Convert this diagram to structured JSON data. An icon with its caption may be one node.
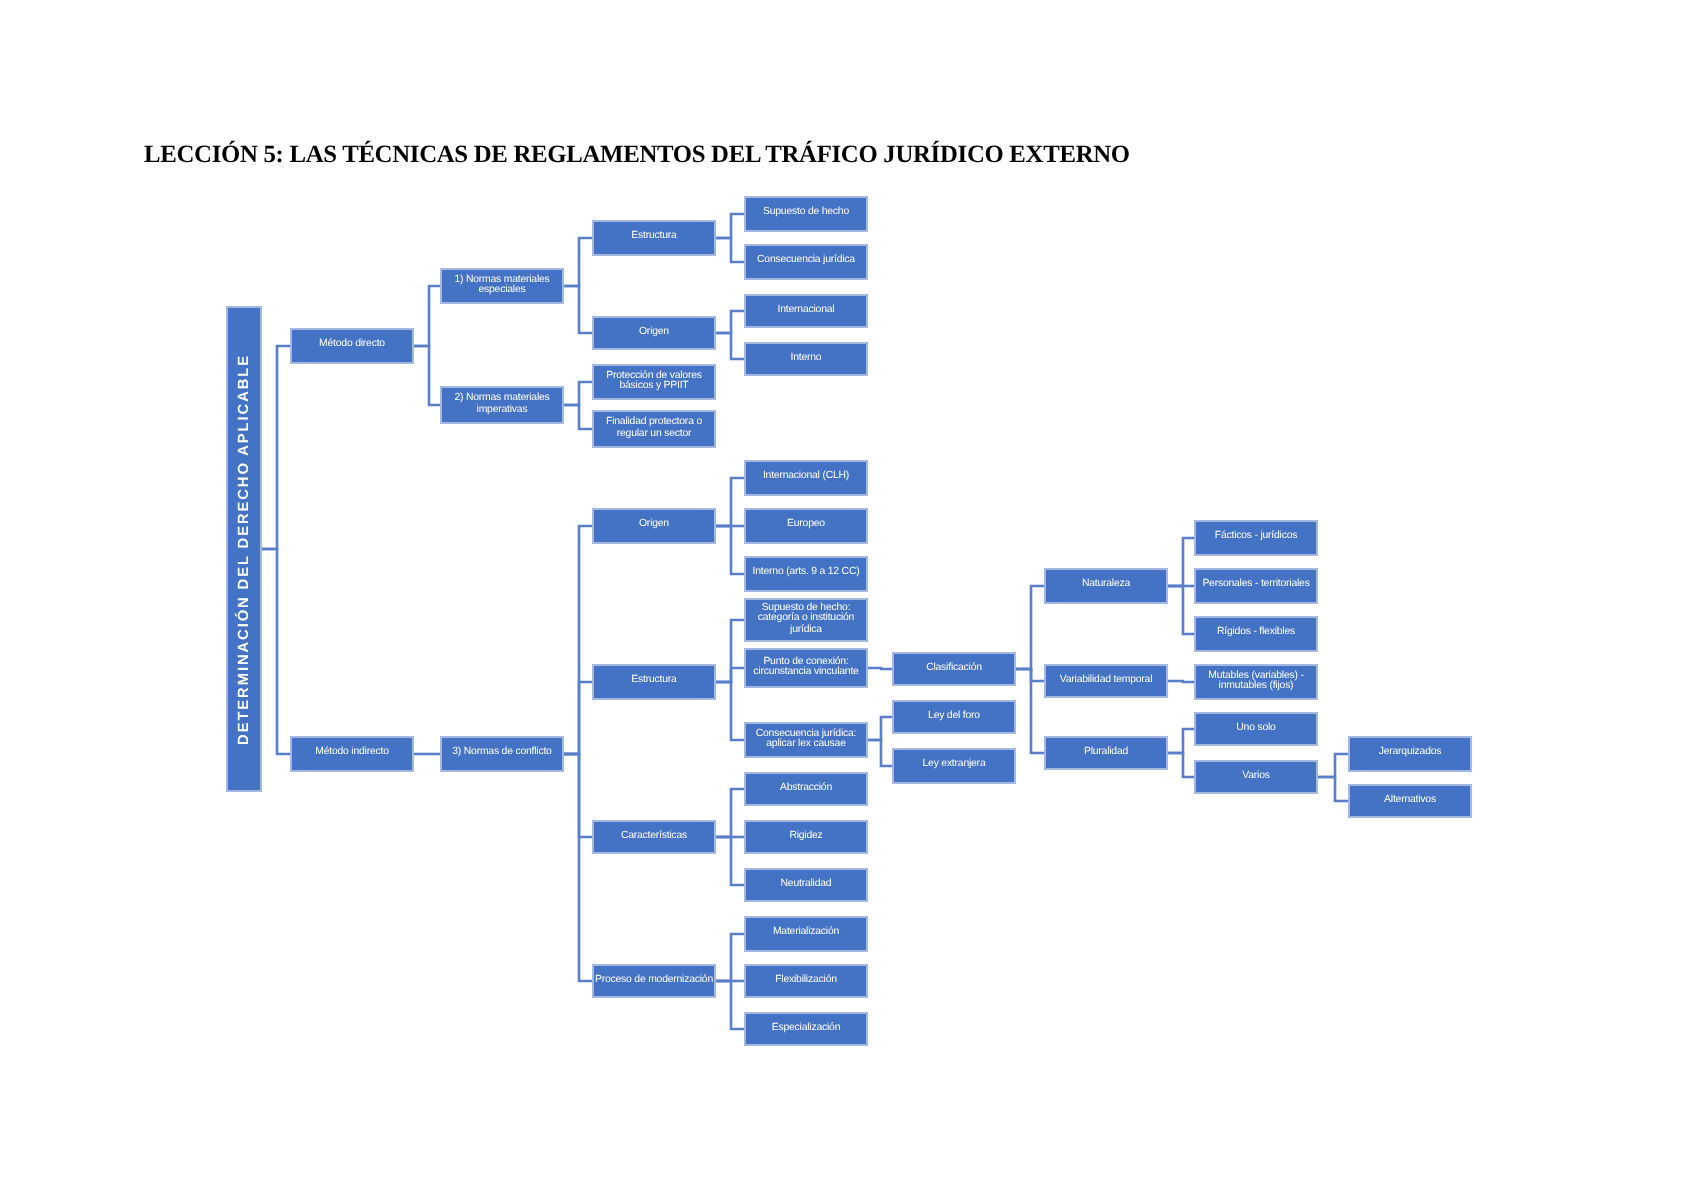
{
  "diagram": {
    "title": "LECCIÓN 5: LAS TÉCNICAS DE REGLAMENTOS DEL TRÁFICO JURÍDICO EXTERNO",
    "nodes": [
      {
        "text": [
          "DETERMINACIÓN DEL DERECHO APLICABLE"
        ]
      },
      {
        "text": [
          "Método directo"
        ]
      },
      {
        "text": [
          "Método indirecto"
        ]
      },
      {
        "text": [
          "1) Normas materiales especiales"
        ]
      },
      {
        "text": [
          "2) Normas materiales imperativas"
        ]
      },
      {
        "text": [
          "3) Normas de conflicto"
        ]
      },
      {
        "text": [
          "Estructura"
        ]
      },
      {
        "text": [
          "Origen"
        ]
      },
      {
        "text": [
          "Protección de valores básicos y PPIIT"
        ]
      },
      {
        "text": [
          "Finalidad protectora o regular un sector"
        ]
      },
      {
        "text": [
          "Supuesto de hecho"
        ]
      },
      {
        "text": [
          "Consecuencia jurídica"
        ]
      },
      {
        "text": [
          "Internacional"
        ]
      },
      {
        "text": [
          "Interno"
        ]
      },
      {
        "text": [
          "Origen"
        ]
      },
      {
        "text": [
          "Estructura"
        ]
      },
      {
        "text": [
          "Características"
        ]
      },
      {
        "text": [
          "Proceso de modernización"
        ]
      },
      {
        "text": [
          "Internacional (CLH)"
        ]
      },
      {
        "text": [
          "Europeo"
        ]
      },
      {
        "text": [
          "Interno (arts. 9 a 12 CC)"
        ]
      },
      {
        "text": [
          "Supuesto de hecho: categoría o institución jurídica"
        ]
      },
      {
        "text": [
          "Punto de conexión: circunstancia vinculante"
        ]
      },
      {
        "text": [
          "Consecuencia jurídica: aplicar lex causae"
        ]
      },
      {
        "text": [
          "Abstracción"
        ]
      },
      {
        "text": [
          "Rigidez"
        ]
      },
      {
        "text": [
          "Neutralidad"
        ]
      },
      {
        "text": [
          "Materialización"
        ]
      },
      {
        "text": [
          "Flexibilización"
        ]
      },
      {
        "text": [
          "Especialización"
        ]
      },
      {
        "text": [
          "Clasificación"
        ]
      },
      {
        "text": [
          "Ley del foro"
        ]
      },
      {
        "text": [
          "Ley extranjera"
        ]
      },
      {
        "text": [
          "Naturaleza"
        ]
      },
      {
        "text": [
          "Variabilidad temporal"
        ]
      },
      {
        "text": [
          "Pluralidad"
        ]
      },
      {
        "text": [
          "Fácticos - jurídicos"
        ]
      },
      {
        "text": [
          "Personales - territoriales"
        ]
      },
      {
        "text": [
          "Rígidos - flexibles"
        ]
      },
      {
        "text": [
          "Mutables (variables) - inmutables (fijos)"
        ]
      },
      {
        "text": [
          "Uno solo"
        ]
      },
      {
        "text": [
          "Varios"
        ]
      },
      {
        "text": [
          "Jerarquizados"
        ]
      },
      {
        "text": [
          "Alternativos"
        ]
      }
    ],
    "edges": [
      {
        "from": 0,
        "to": 1,
        "arrow": "none"
      },
      {
        "from": 0,
        "to": 2,
        "arrow": "none"
      },
      {
        "from": 1,
        "to": 3,
        "arrow": "none"
      },
      {
        "from": 1,
        "to": 4,
        "arrow": "none"
      },
      {
        "from": 3,
        "to": 6,
        "arrow": "none"
      },
      {
        "from": 3,
        "to": 7,
        "arrow": "none"
      },
      {
        "from": 4,
        "to": 8,
        "arrow": "none"
      },
      {
        "from": 4,
        "to": 9,
        "arrow": "none"
      },
      {
        "from": 6,
        "to": 10,
        "arrow": "none"
      },
      {
        "from": 6,
        "to": 11,
        "arrow": "none"
      },
      {
        "from": 7,
        "to": 12,
        "arrow": "none"
      },
      {
        "from": 7,
        "to": 13,
        "arrow": "none"
      },
      {
        "from": 2,
        "to": 5,
        "arrow": "none"
      },
      {
        "from": 5,
        "to": 14,
        "arrow": "none"
      },
      {
        "from": 5,
        "to": 15,
        "arrow": "none"
      },
      {
        "from": 5,
        "to": 16,
        "arrow": "none"
      },
      {
        "from": 5,
        "to": 17,
        "arrow": "none"
      },
      {
        "from": 14,
        "to": 18,
        "arrow": "none"
      },
      {
        "from": 14,
        "to": 19,
        "arrow": "none"
      },
      {
        "from": 14,
        "to": 20,
        "arrow": "none"
      },
      {
        "from": 15,
        "to": 21,
        "arrow": "none"
      },
      {
        "from": 15,
        "to": 22,
        "arrow": "none"
      },
      {
        "from": 15,
        "to": 23,
        "arrow": "none"
      },
      {
        "from": 16,
        "to": 24,
        "arrow": "none"
      },
      {
        "from": 16,
        "to": 25,
        "arrow": "none"
      },
      {
        "from": 16,
        "to": 26,
        "arrow": "none"
      },
      {
        "from": 17,
        "to": 27,
        "arrow": "none"
      },
      {
        "from": 17,
        "to": 28,
        "arrow": "none"
      },
      {
        "from": 17,
        "to": 29,
        "arrow": "none"
      },
      {
        "from": 22,
        "to": 30,
        "arrow": "none"
      },
      {
        "from": 23,
        "to": 31,
        "arrow": "none"
      },
      {
        "from": 23,
        "to": 32,
        "arrow": "none"
      },
      {
        "from": 30,
        "to": 33,
        "arrow": "none"
      },
      {
        "from": 30,
        "to": 34,
        "arrow": "none"
      },
      {
        "from": 30,
        "to": 35,
        "arrow": "none"
      },
      {
        "from": 33,
        "to": 36,
        "arrow": "none"
      },
      {
        "from": 33,
        "to": 37,
        "arrow": "none"
      },
      {
        "from": 33,
        "to": 38,
        "arrow": "none"
      },
      {
        "from": 34,
        "to": 39,
        "arrow": "none"
      },
      {
        "from": 35,
        "to": 40,
        "arrow": "none"
      },
      {
        "from": 35,
        "to": 41,
        "arrow": "none"
      },
      {
        "from": 41,
        "to": 42,
        "arrow": "none"
      },
      {
        "from": 41,
        "to": 43,
        "arrow": "none"
      }
    ]
  }
}
